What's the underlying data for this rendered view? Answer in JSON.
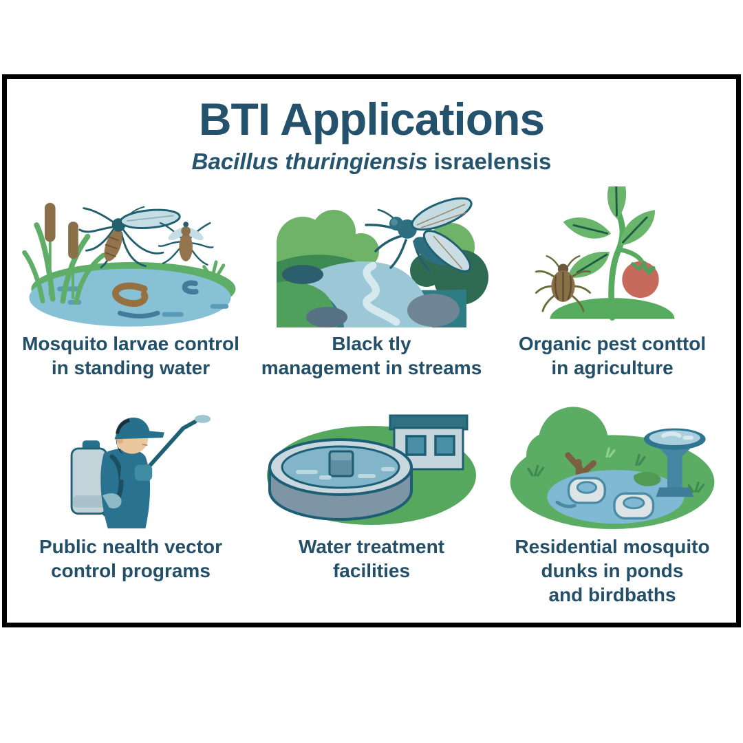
{
  "palette": {
    "background": "#ffffff",
    "frame_border": "#000000",
    "heading_text": "#24516b",
    "caption_text": "#235068",
    "outline_teal": "#1f6173",
    "leaf_green": "#5fae68",
    "dark_green": "#3c8a52",
    "pond_blue": "#87c1d6",
    "wing_blue": "#c5dde4",
    "cattail_brown": "#8b6f48",
    "tomato_red": "#c76a5b",
    "tank_gray": "#7e95a5",
    "uniform_teal": "#2a7390"
  },
  "header": {
    "title": "BTI Applications",
    "subtitle_italic": "Bacillus thuringiensis",
    "subtitle_regular": " israelensis"
  },
  "cards": [
    {
      "illustration": "pond-mosquitoes-illustration",
      "caption": "Mosquito larvae control\nin standing water"
    },
    {
      "illustration": "stream-blackfly-illustration",
      "caption": "Black tly\nmanagement in streams"
    },
    {
      "illustration": "plant-beetle-illustration",
      "caption": "Organic pest conttol\nin agriculture"
    },
    {
      "illustration": "sprayer-worker-illustration",
      "caption": "Public nealth vector\ncontrol programs"
    },
    {
      "illustration": "treatment-tank-illustration",
      "caption": "Water treatment\nfacilities"
    },
    {
      "illustration": "pond-birdbath-illustration",
      "caption": "Residential mosquito\ndunks in ponds\nand birdbaths"
    }
  ]
}
